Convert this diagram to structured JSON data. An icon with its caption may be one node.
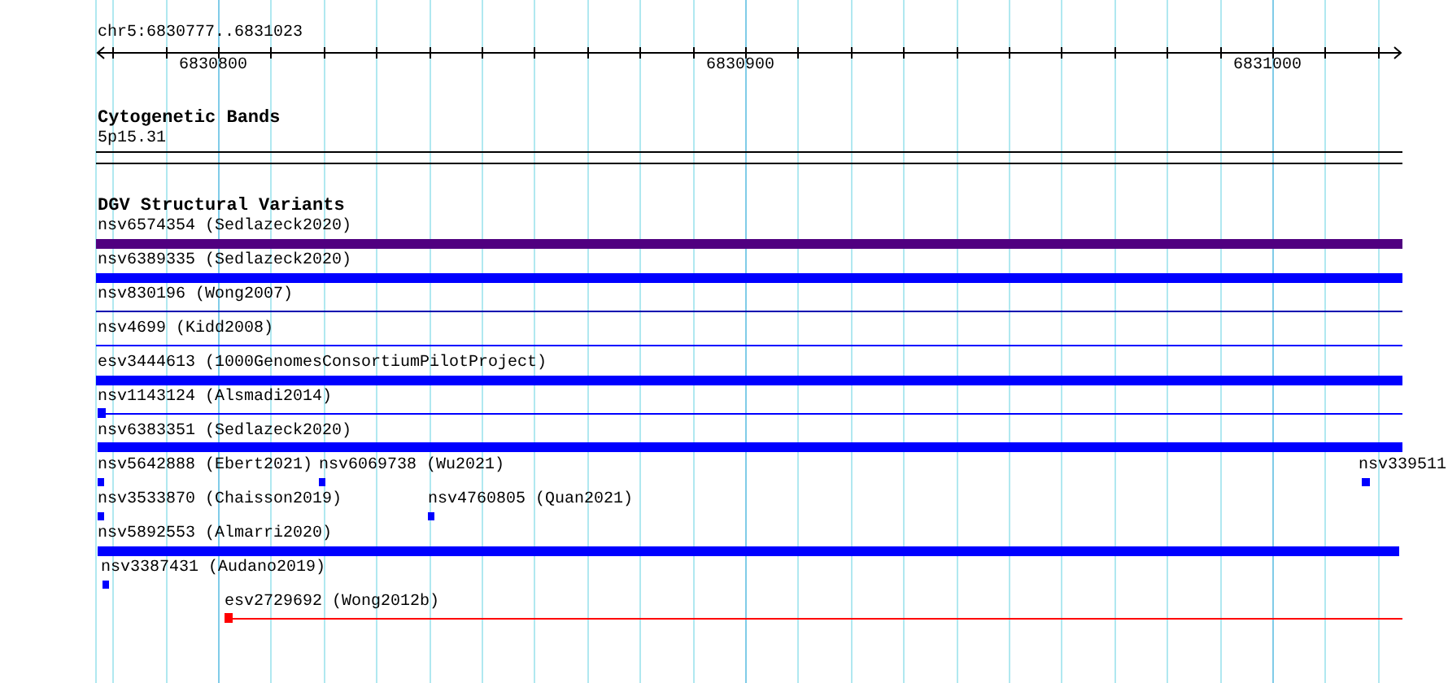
{
  "diagram": {
    "labels": [
      "chr5:6830777..6831023",
      "6830800",
      "6830900",
      "6831000",
      "Cytogenetic Bands",
      "5p15.31",
      "DGV Structural Variants",
      "nsv6574354 (Sedlazeck2020)",
      "nsv6389335 (Sedlazeck2020)",
      "nsv830196 (Wong2007)",
      "nsv4699 (Kidd2008)",
      "esv3444613 (1000GenomesConsortiumPilotProject)",
      "nsv1143124 (Alsmadi2014)",
      "nsv6383351 (Sedlazeck2020)",
      "nsv5642888 (Ebert2021)",
      "nsv6069738 (Wu2021)",
      "nsv339511",
      "nsv3533870 (Chaisson2019)",
      "nsv4760805 (Quan2021)",
      "nsv5892553 (Almarri2020)",
      "nsv3387431 (Audano2019)",
      "esv2729692 (Wong2012b)"
    ]
  }
}
